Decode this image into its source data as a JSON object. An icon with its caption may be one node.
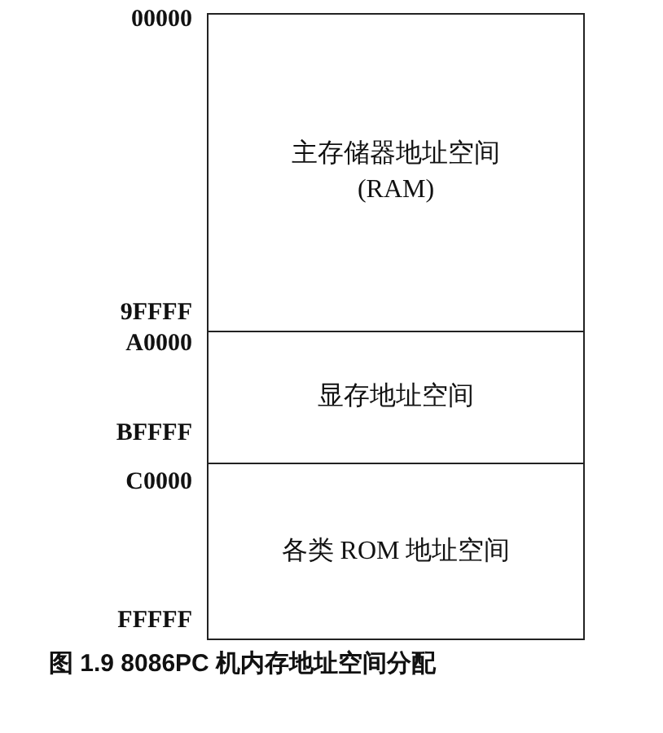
{
  "diagram": {
    "caption": "图 1.9 8086PC 机内存地址空间分配",
    "nodes": [
      {
        "text": [
          "主存储器地址空间",
          "(RAM)"
        ]
      },
      {
        "text": [
          "显存地址空间"
        ]
      },
      {
        "text": [
          "各类 ROM 地址空间"
        ]
      }
    ],
    "labels": [
      "00000",
      "9FFFF",
      "A0000",
      "BFFFF",
      "C0000",
      "FFFFF"
    ]
  }
}
